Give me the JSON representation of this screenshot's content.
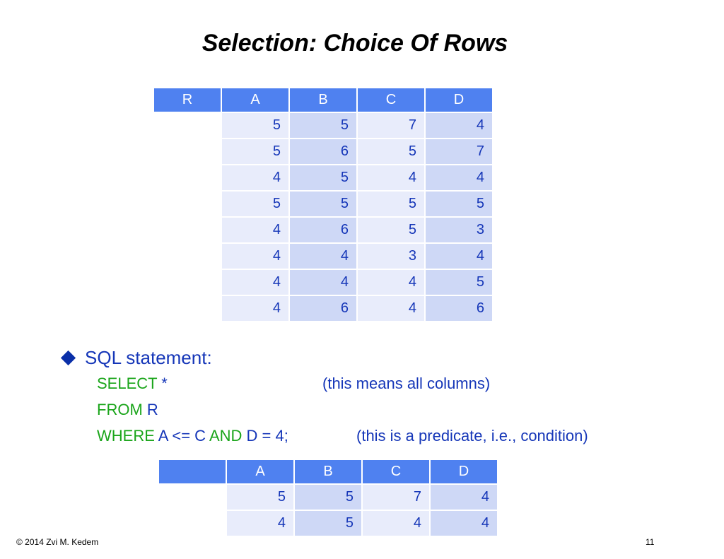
{
  "title": "Selection: Choice Of Rows",
  "table_r": {
    "headers": [
      "R",
      "A",
      "B",
      "C",
      "D"
    ],
    "rows": [
      [
        "5",
        "5",
        "7",
        "4"
      ],
      [
        "5",
        "6",
        "5",
        "7"
      ],
      [
        "4",
        "5",
        "4",
        "4"
      ],
      [
        "5",
        "5",
        "5",
        "5"
      ],
      [
        "4",
        "6",
        "5",
        "3"
      ],
      [
        "4",
        "4",
        "3",
        "4"
      ],
      [
        "4",
        "4",
        "4",
        "5"
      ],
      [
        "4",
        "6",
        "4",
        "6"
      ]
    ]
  },
  "sql": {
    "bullet": "SQL statement:",
    "select_kw": "SELECT",
    "select_rest": " *",
    "select_comment": "(this means all columns)",
    "from_kw": "FROM",
    "from_rest": " R",
    "where_kw": "WHERE",
    "where_a": " A <= C ",
    "and_kw": "AND",
    "where_rest": " D = 4;",
    "where_comment": "(this is a predicate, i.e., condition)"
  },
  "table_result": {
    "headers": [
      "",
      "A",
      "B",
      "C",
      "D"
    ],
    "rows": [
      [
        "5",
        "5",
        "7",
        "4"
      ],
      [
        "4",
        "5",
        "4",
        "4"
      ]
    ]
  },
  "footer": {
    "copyright": "©  2014  Zvi M. Kedem",
    "page_number": "11"
  },
  "colors": {
    "header_blue": "#4f81f0",
    "cell_light": "#e8ecfb",
    "cell_dark": "#ced8f6",
    "text_blue": "#1536b8",
    "keyword_green": "#1aa51a"
  }
}
